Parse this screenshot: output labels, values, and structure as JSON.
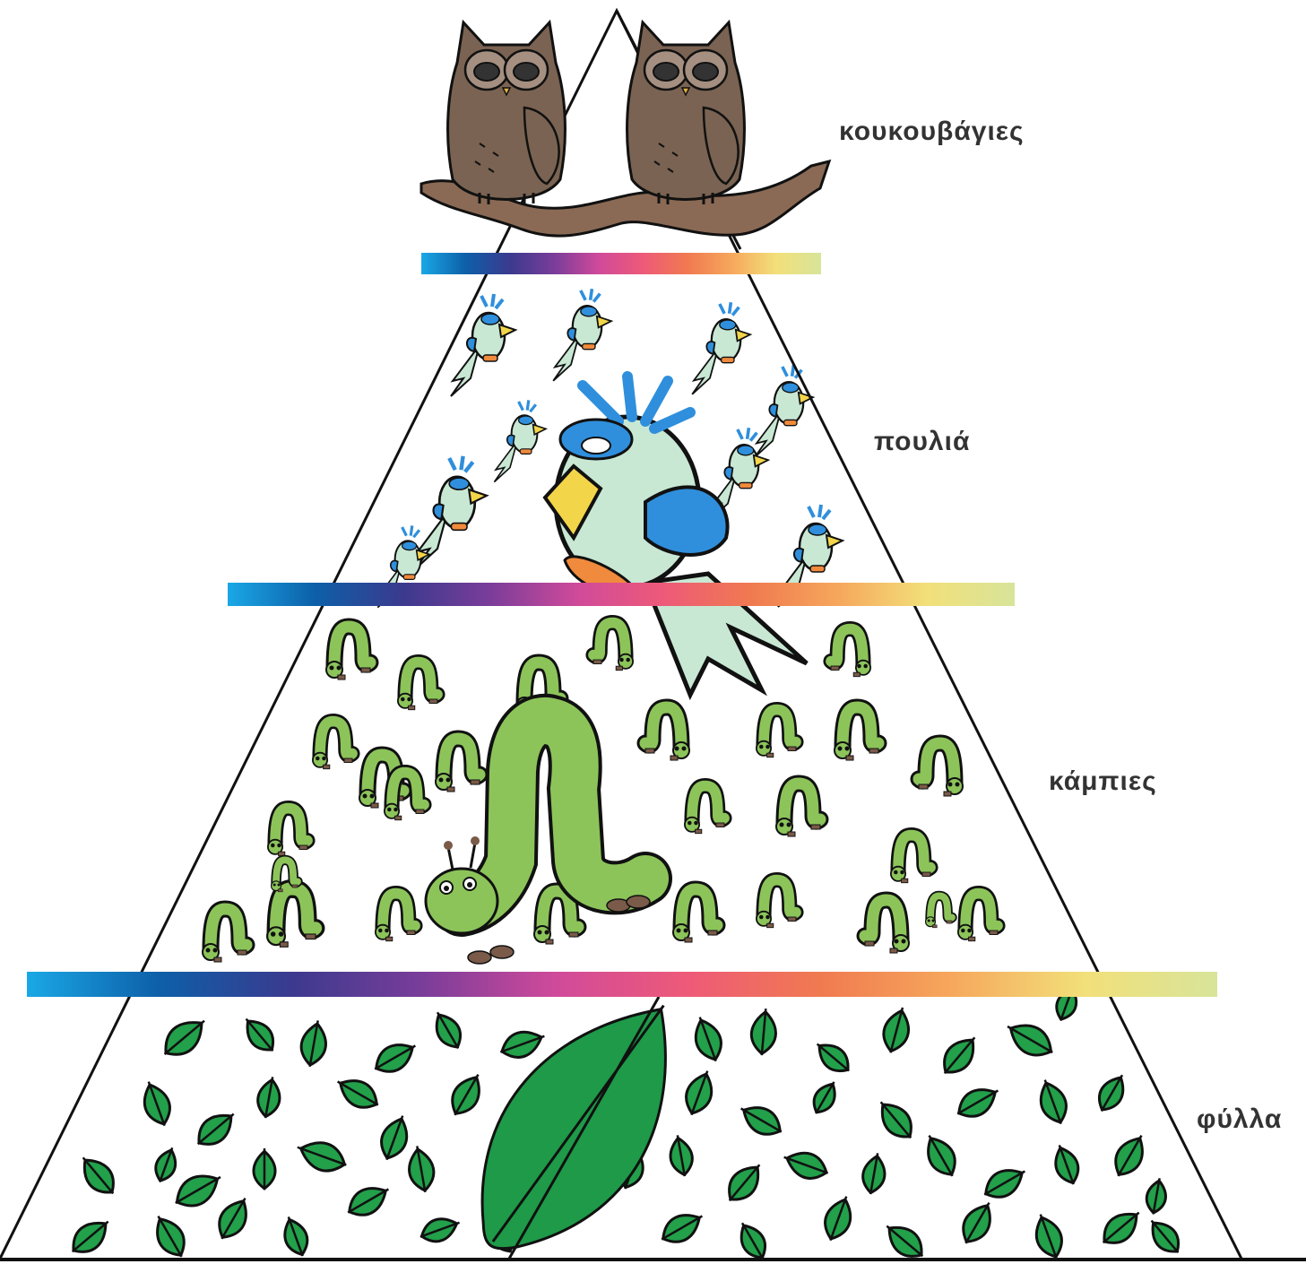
{
  "levels": [
    {
      "id": "owls",
      "label": "κουκουβάγιες",
      "organism": "owl"
    },
    {
      "id": "birds",
      "label": "πουλιά",
      "organism": "bird"
    },
    {
      "id": "caterpillars",
      "label": "κάμπιες",
      "organism": "caterpillar"
    },
    {
      "id": "leaves",
      "label": "φύλλα",
      "organism": "leaf"
    }
  ],
  "colors": {
    "outline": "#111111",
    "owl_body": "#7a6352",
    "owl_face": "#a58f80",
    "branch": "#8a6a55",
    "bird_body": "#c8e8d4",
    "bird_wing": "#2f8fdc",
    "bird_beak": "#f3d54a",
    "bird_feet": "#f08a3c",
    "caterpillar": "#8cc45a",
    "caterpillar_feet": "#7a5a48",
    "leaf": "#22a04a",
    "leaf_big": "#1e9a48"
  },
  "energy_bar_gradient": [
    "#1aa8e6",
    "#0d5fa8",
    "#3b3a8e",
    "#7a3d9a",
    "#d04a9a",
    "#ee5a78",
    "#f07a50",
    "#f6a85c",
    "#f2e07a",
    "#d8e49a"
  ]
}
